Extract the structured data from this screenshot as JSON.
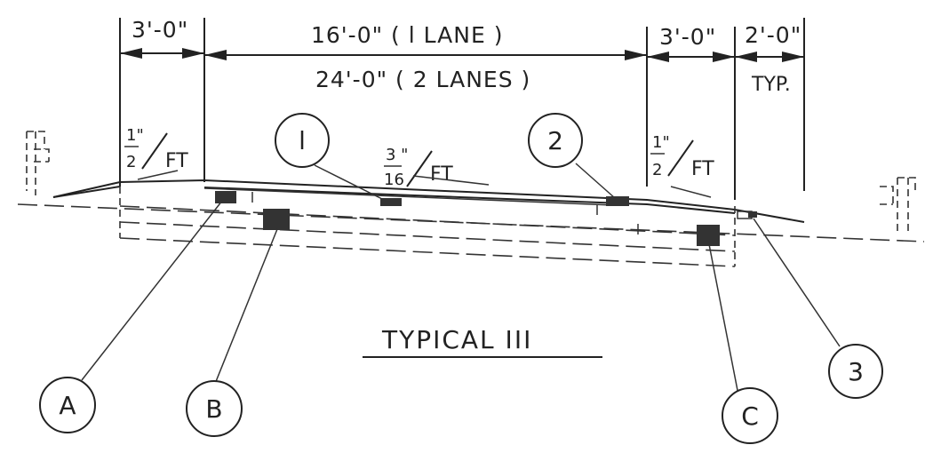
{
  "dimensions": {
    "shoulder_left": "3'-0\"",
    "lane_single": "16'-0\" ( l LANE )",
    "lane_double": "24'-0\" ( 2 LANES )",
    "shoulder_right": "3'-0\"",
    "offset_right": "2'-0\"",
    "offset_right_note": "TYP."
  },
  "slopes": {
    "left_num": "1\"",
    "left_den": "2",
    "left_unit": "FT",
    "center_num": "3 \"",
    "center_den": "16",
    "center_unit": "FT",
    "right_num": "1\"",
    "right_den": "2",
    "right_unit": "FT"
  },
  "callouts": {
    "one": "l",
    "two": "2",
    "three": "3",
    "a": "A",
    "b": "B",
    "c": "C"
  },
  "title": "TYPICAL  III"
}
